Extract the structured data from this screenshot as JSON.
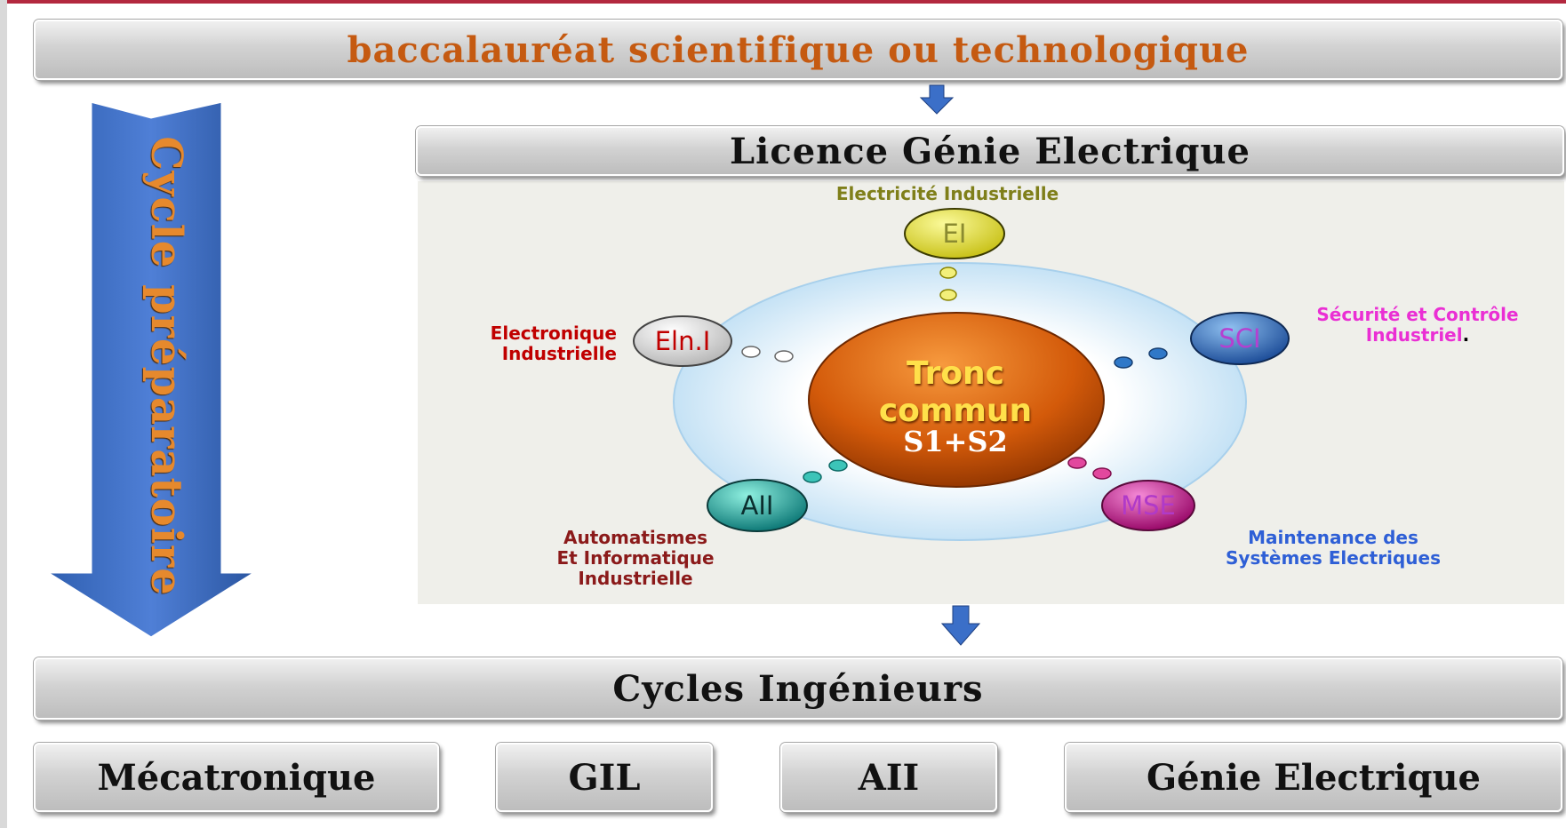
{
  "header": {
    "title": "baccalauréat scientifique ou technologique"
  },
  "side_arrow": {
    "label": "Cycle préparatoire"
  },
  "licence": {
    "title": "Licence Génie Electrique",
    "center": {
      "line1": "Tronc",
      "line2": "commun",
      "line3": "S1+S2"
    },
    "nodes": {
      "ei": {
        "abbr": "EI",
        "label": "Electricité Industrielle",
        "color": "#e6e23a"
      },
      "eln": {
        "abbr": "Eln.I",
        "label_line1": "Electronique",
        "label_line2": "Industrielle",
        "color": "#dcdcdc"
      },
      "sci": {
        "abbr": "SCI",
        "label_line1": "Sécurité et Contrôle",
        "label_line2": "Industriel",
        "label_tail": ".",
        "color": "#2f6ab8"
      },
      "aii": {
        "abbr": "AII",
        "label_line1": "Automatismes",
        "label_line2": "Et Informatique",
        "label_line3": "Industrielle",
        "color": "#1aa0a0"
      },
      "mse": {
        "abbr": "MSE",
        "label_line1": "Maintenance des",
        "label_line2": "Systèmes Electriques",
        "color": "#d0208e"
      }
    }
  },
  "ingenieurs": {
    "title": "Cycles Ingénieurs",
    "programs": [
      "Mécatronique",
      "GIL",
      "AII",
      "Génie Electrique"
    ]
  }
}
